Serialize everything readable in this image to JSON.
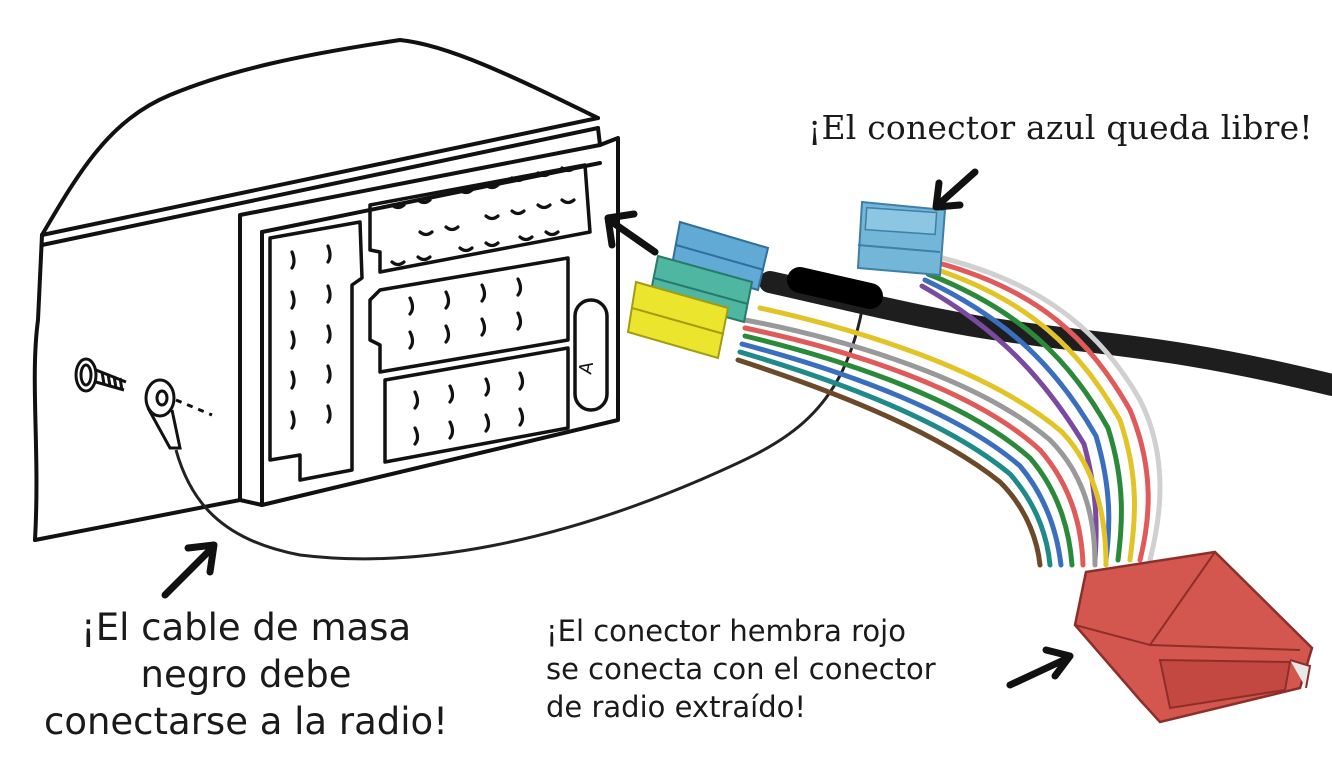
{
  "captions": {
    "blue_connector": "¡El conector azul queda libre!",
    "red_connector": [
      "¡El conector hembra rojo",
      "se conecta con el conector",
      "de radio extraído!"
    ],
    "ground_cable": [
      "¡El cable de masa",
      "negro debe",
      "conectarse a la radio!"
    ]
  },
  "radio_socket_label": "A",
  "colors": {
    "blue_connector": "#6fb3d6",
    "teal_connector": "#4fb6a2",
    "yellow_connector": "#e8e02c",
    "red_connector": "#d45651",
    "outline": "#111111",
    "black_cable": "#1e1e1e"
  },
  "icons": [
    "arrow-icon",
    "screw-icon",
    "ring-terminal-icon"
  ]
}
